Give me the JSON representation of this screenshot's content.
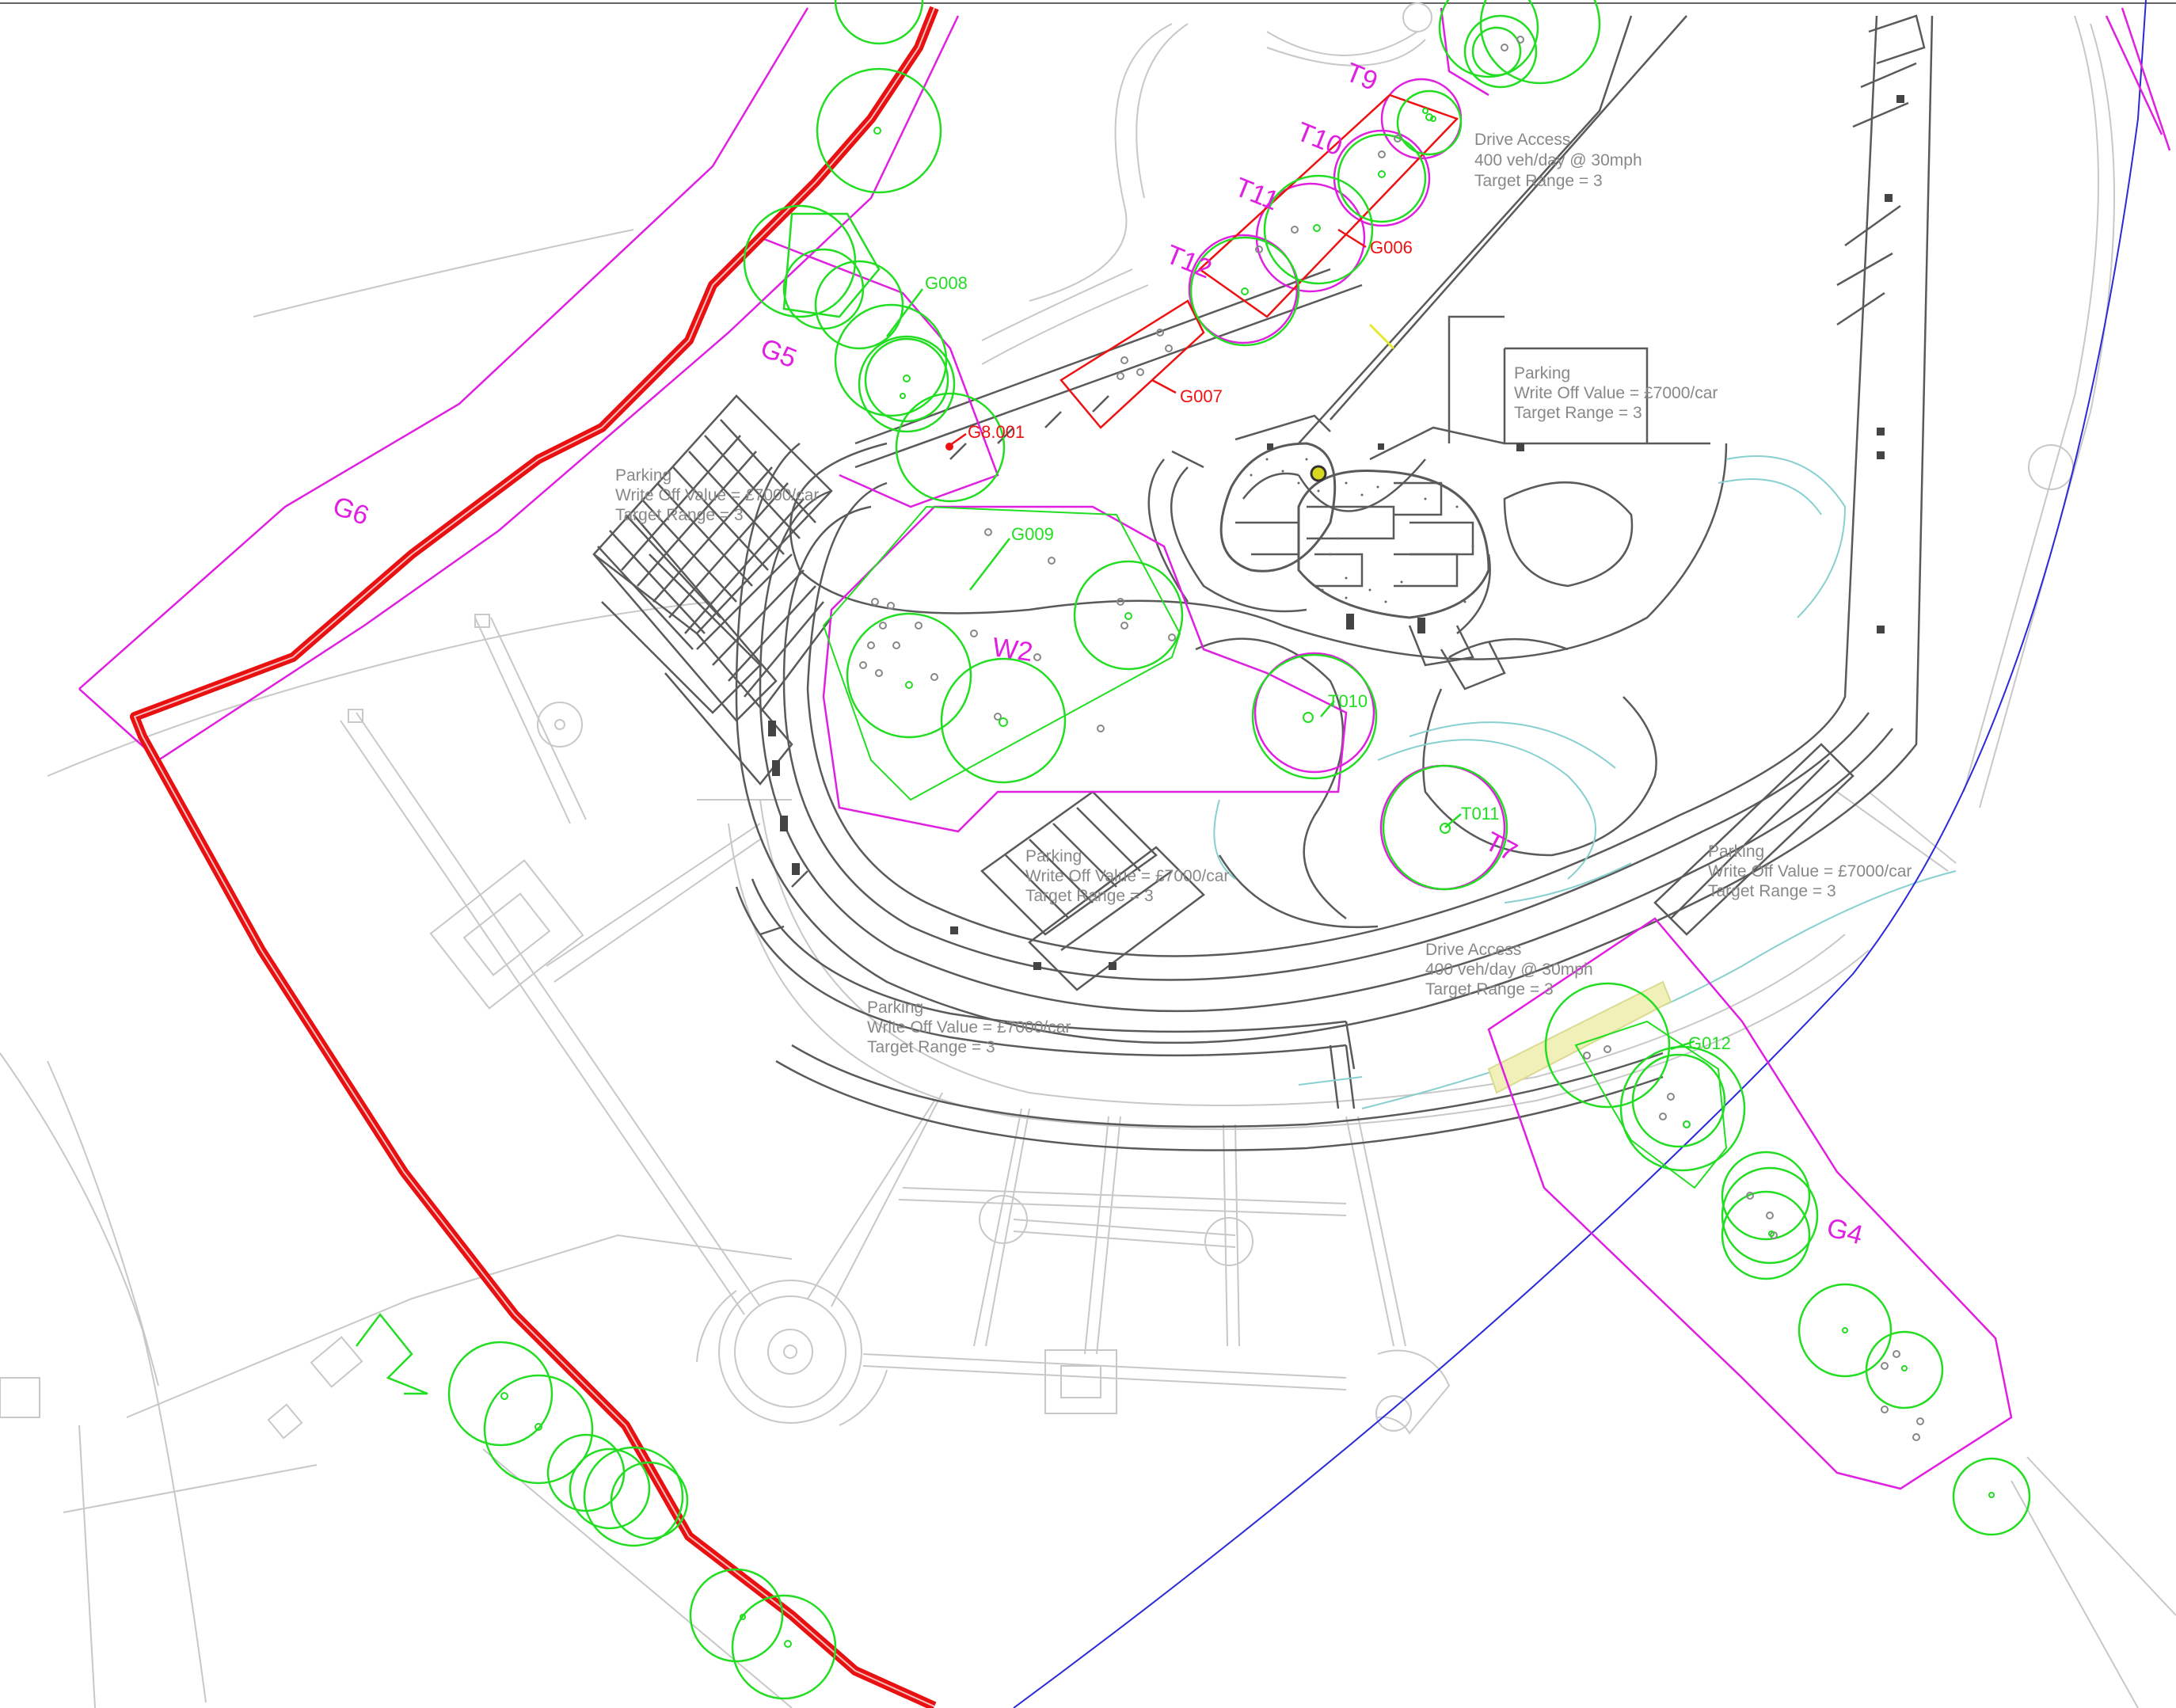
{
  "zones": {
    "g4": "G4",
    "g5": "G5",
    "g6": "G6",
    "w2": "W2",
    "t7": "T7",
    "t9": "T9",
    "t10": "T10",
    "t11": "T11",
    "t12": "T12"
  },
  "trees": {
    "g006": "G006",
    "g007": "G007",
    "g008": "G008",
    "g8001": "G8.001",
    "g009": "G009",
    "t010": "T010",
    "t011": "T011",
    "g012": "G012"
  },
  "notes": {
    "drive_access_north": [
      "Drive Access",
      "400 veh/day @ 30mph",
      "Target Range = 3"
    ],
    "parking_north": [
      "Parking",
      "Write Off Value = £7000/car",
      "Target Range = 3"
    ],
    "parking_west": [
      "Parking",
      "Write Off Value = £7000/car",
      "Target Range = 3"
    ],
    "parking_centre": [
      "Parking",
      "Write Off Value = £7000/car",
      "Target Range = 3"
    ],
    "parking_east": [
      "Parking",
      "Write Off Value = £7000/car",
      "Target Range = 3"
    ],
    "drive_access_south": [
      "Drive Access",
      "400 veh/day @ 30mph",
      "Target Range = 3"
    ],
    "parking_south": [
      "Parking",
      "Write Off Value = £7000/car",
      "Target Range = 3"
    ]
  },
  "colors": {
    "site_boundary": "#e81010",
    "tree_canopy": "#22dd22",
    "risk_zone": "#e020e0",
    "tree_group_red": "#ee1111",
    "base_linework": "#555555",
    "light_linework": "#c8c8c8",
    "blue_line": "#2a2ad8",
    "cyan_line": "#88d0d0"
  }
}
